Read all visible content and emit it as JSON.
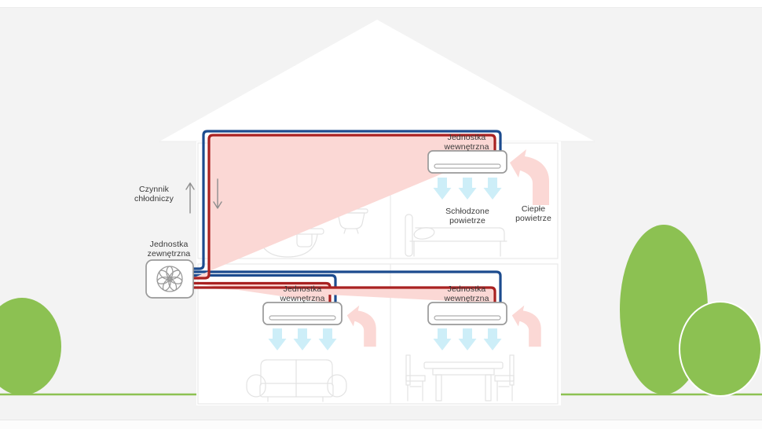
{
  "labels": {
    "refrigerant": {
      "line1": "Czynnik",
      "line2": "chłodniczy"
    },
    "outdoor_unit": {
      "line1": "Jednostka",
      "line2": "zewnętrzna"
    },
    "indoor_unit": {
      "line1": "Jednostka",
      "line2": "wewnętrzna"
    },
    "cooled_air": {
      "line1": "Schłodzone",
      "line2": "powietrze"
    },
    "warm_air": {
      "line1": "Ciepłe",
      "line2": "powietrze"
    }
  },
  "system": {
    "outdoor_units": 1,
    "indoor_units": 3,
    "rooms": [
      "bathroom-bathtub-sink",
      "bedroom-bed",
      "living-room-sofa",
      "dining-room-table-chairs"
    ]
  },
  "colors": {
    "background": "#f3f3f3",
    "surface_white": "#ffffff",
    "pipe_cold": "#1c4b8e",
    "pipe_warm": "#a92121",
    "cool_air_arrow": "#cdeef8",
    "warm_air_arrow": "#fbd8d5",
    "greenery": "#8cc152",
    "ground_line": "#8cc152",
    "unit_outline": "#9a9a9a",
    "room_outline": "#e9e9e9",
    "furniture_outline": "#e3e3e3",
    "flow_arrow_gray": "#8f8f8f",
    "label_text": "#3a3a3a"
  }
}
